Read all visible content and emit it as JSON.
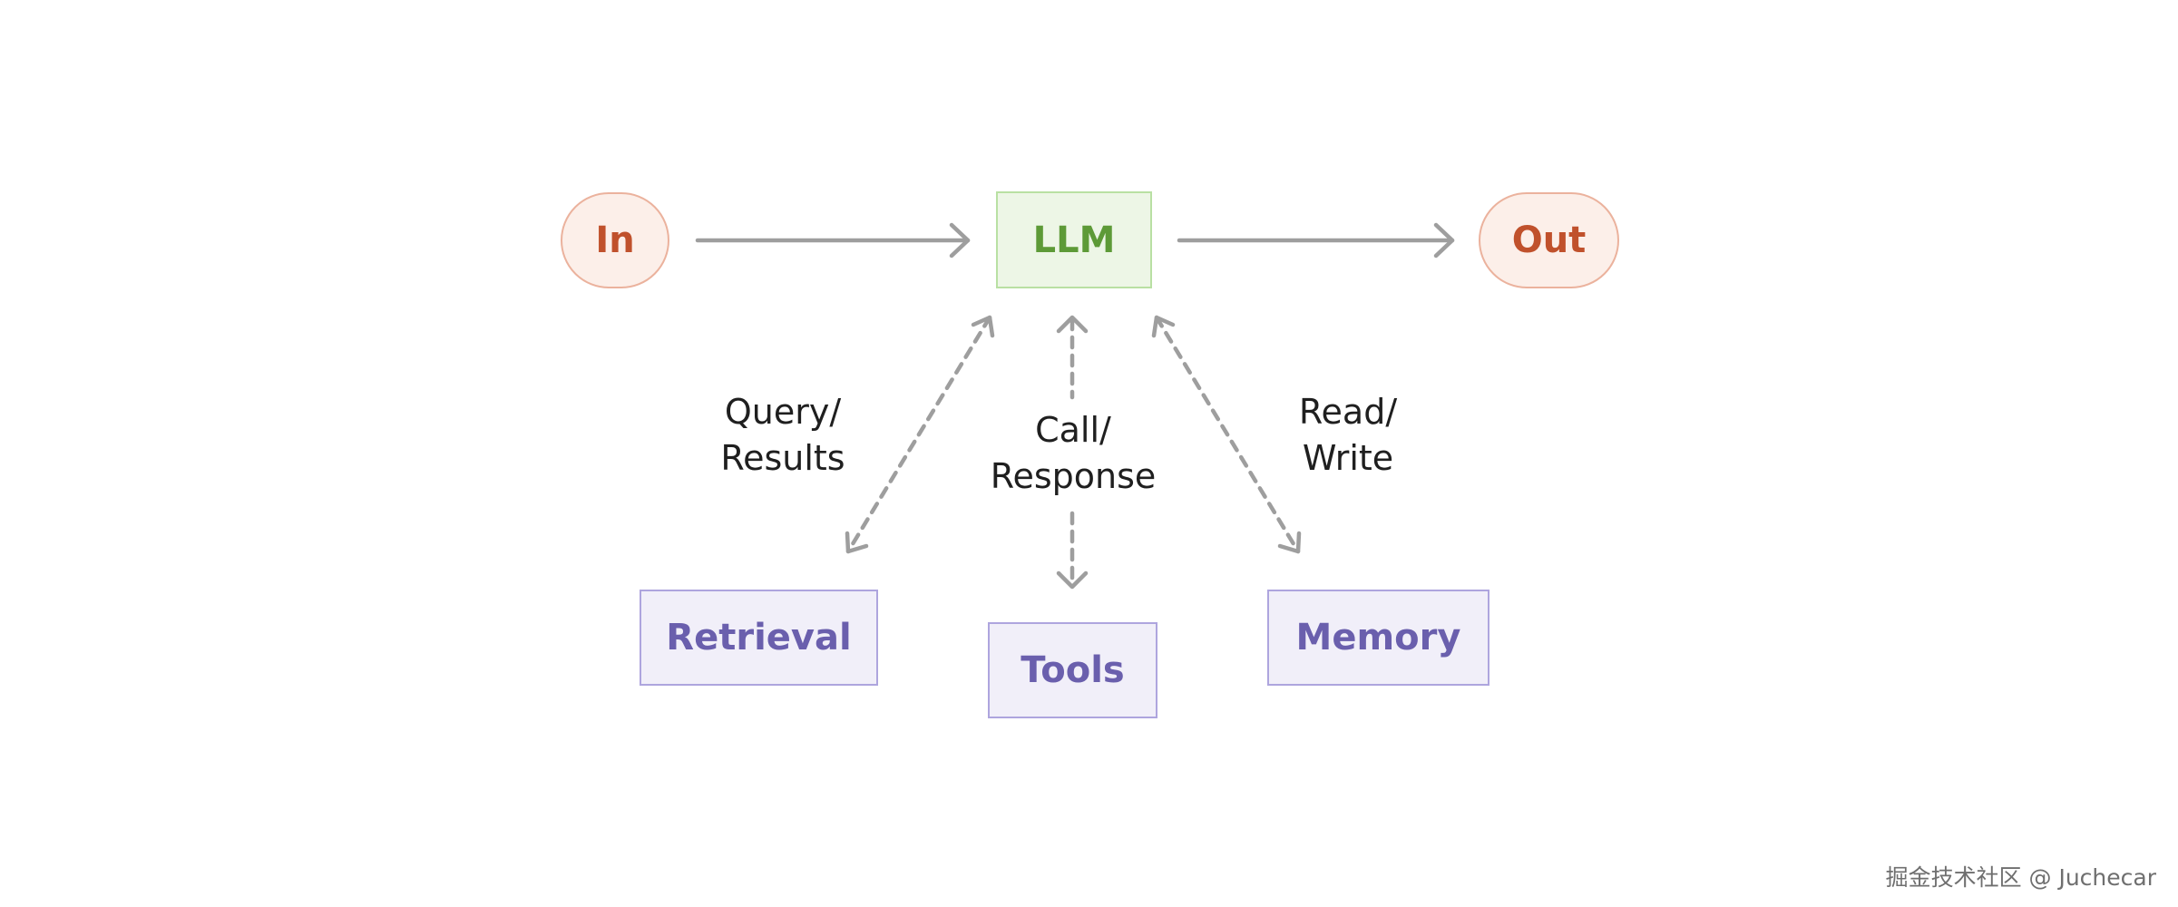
{
  "nodes": {
    "input": "In",
    "llm": "LLM",
    "output": "Out",
    "retrieval": "Retrieval",
    "tools": "Tools",
    "memory": "Memory"
  },
  "edge_labels": {
    "retrieval": "Query/\nResults",
    "tools": "Call/\nResponse",
    "memory": "Read/\nWrite"
  },
  "colors": {
    "terminal_fill": "#fcefe9",
    "terminal_border": "#ebb29d",
    "terminal_text": "#c0512c",
    "llm_fill": "#edf6e6",
    "llm_border": "#b9e0a3",
    "llm_text": "#5d9a37",
    "augment_fill": "#f1eff9",
    "augment_border": "#aea5de",
    "augment_text": "#6a5fad",
    "arrow": "#9e9e9e"
  },
  "watermark": "掘金技术社区 @ Juchecar"
}
